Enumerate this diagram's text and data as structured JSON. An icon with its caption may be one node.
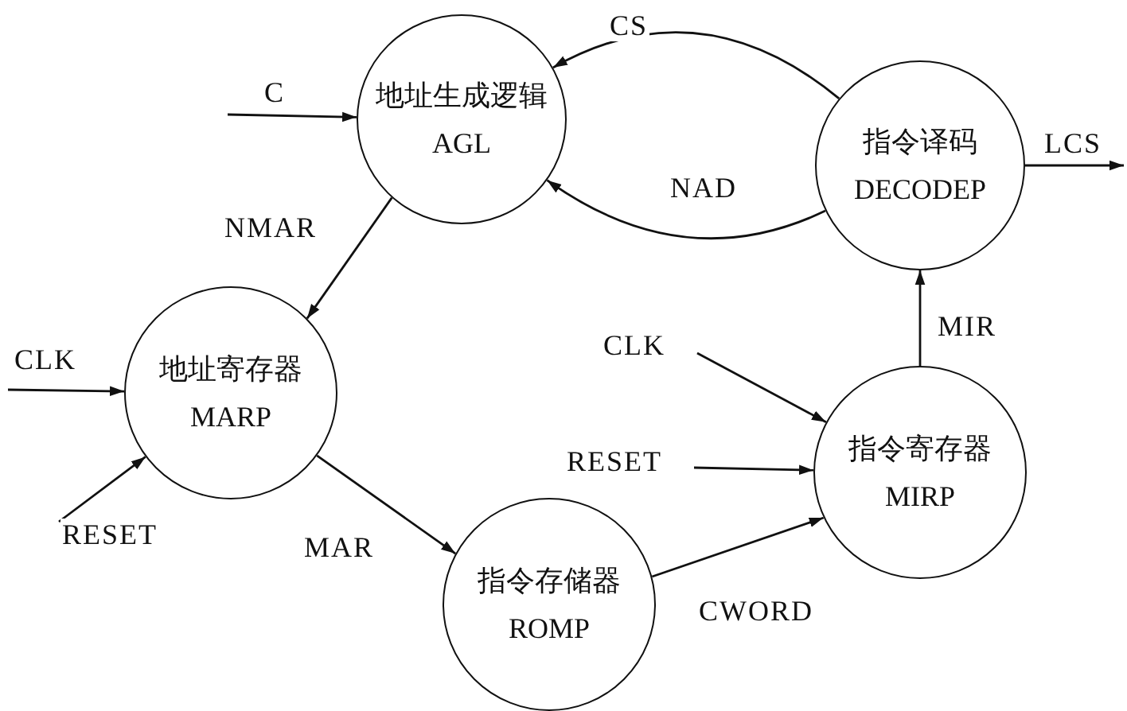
{
  "diagram": {
    "nodes": [
      {
        "text": [
          "地址生成逻辑",
          "AGL"
        ]
      },
      {
        "text": [
          "地址寄存器",
          "MARP"
        ]
      },
      {
        "text": [
          "指令存储器",
          "ROMP"
        ]
      },
      {
        "text": [
          "指令寄存器",
          "MIRP"
        ]
      },
      {
        "text": [
          "指令译码",
          "DECODEP"
        ]
      }
    ],
    "edges": [
      {
        "from": null,
        "to": 0,
        "arrow": "to",
        "label": "C"
      },
      {
        "from": 4,
        "to": 0,
        "arrow": "to",
        "label": "CS"
      },
      {
        "from": 4,
        "to": 0,
        "arrow": "to",
        "label": "NAD"
      },
      {
        "from": 4,
        "to": null,
        "arrow": "to",
        "label": "LCS"
      },
      {
        "from": 0,
        "to": 1,
        "arrow": "to",
        "label": "NMAR"
      },
      {
        "from": null,
        "to": 1,
        "arrow": "to",
        "label": "CLK"
      },
      {
        "from": null,
        "to": 1,
        "arrow": "to",
        "label": "RESET"
      },
      {
        "from": 1,
        "to": 2,
        "arrow": "to",
        "label": "MAR"
      },
      {
        "from": 2,
        "to": 3,
        "arrow": "to",
        "label": "CWORD"
      },
      {
        "from": null,
        "to": 3,
        "arrow": "to",
        "label": "CLK"
      },
      {
        "from": null,
        "to": 3,
        "arrow": "to",
        "label": "RESET"
      },
      {
        "from": 3,
        "to": 4,
        "arrow": "to",
        "label": "MIR"
      }
    ]
  }
}
